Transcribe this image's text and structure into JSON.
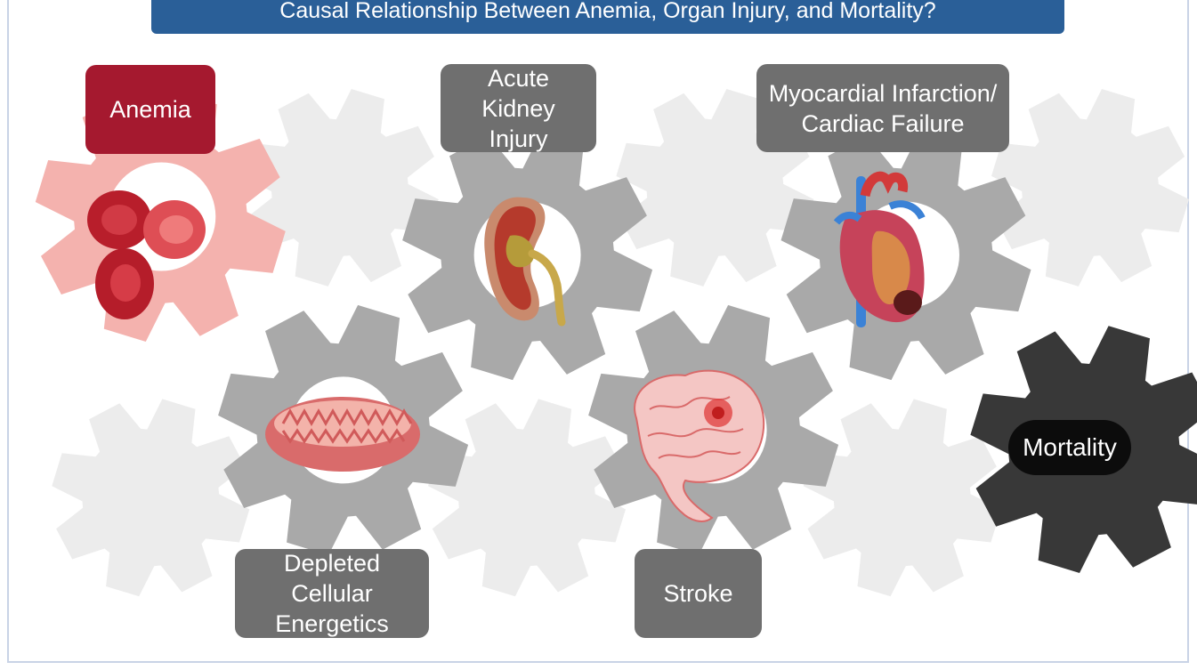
{
  "title": "Causal Relationship Between Anemia, Organ Injury, and Mortality?",
  "nodes": {
    "anemia": "Anemia",
    "aki": "Acute Kidney\nInjury",
    "mi": "Myocardial Infarction/\nCardiac Failure",
    "dce": "Depleted Cellular\nEnergetics",
    "stroke": "Stroke",
    "mortality": "Mortality"
  },
  "colors": {
    "title_banner": "#2a5f98",
    "anemia_label": "#a5192f",
    "anemia_gear": "#f4b2ae",
    "organ_gear": "#a9a9a9",
    "organ_label": "#6f6f6f",
    "faded_gear": "#ececec",
    "mortality_gear": "#383838",
    "mortality_label": "#0c0c0c"
  },
  "icons": [
    "red-blood-cells-icon",
    "kidney-icon",
    "heart-icon",
    "mitochondrion-icon",
    "brain-icon"
  ]
}
